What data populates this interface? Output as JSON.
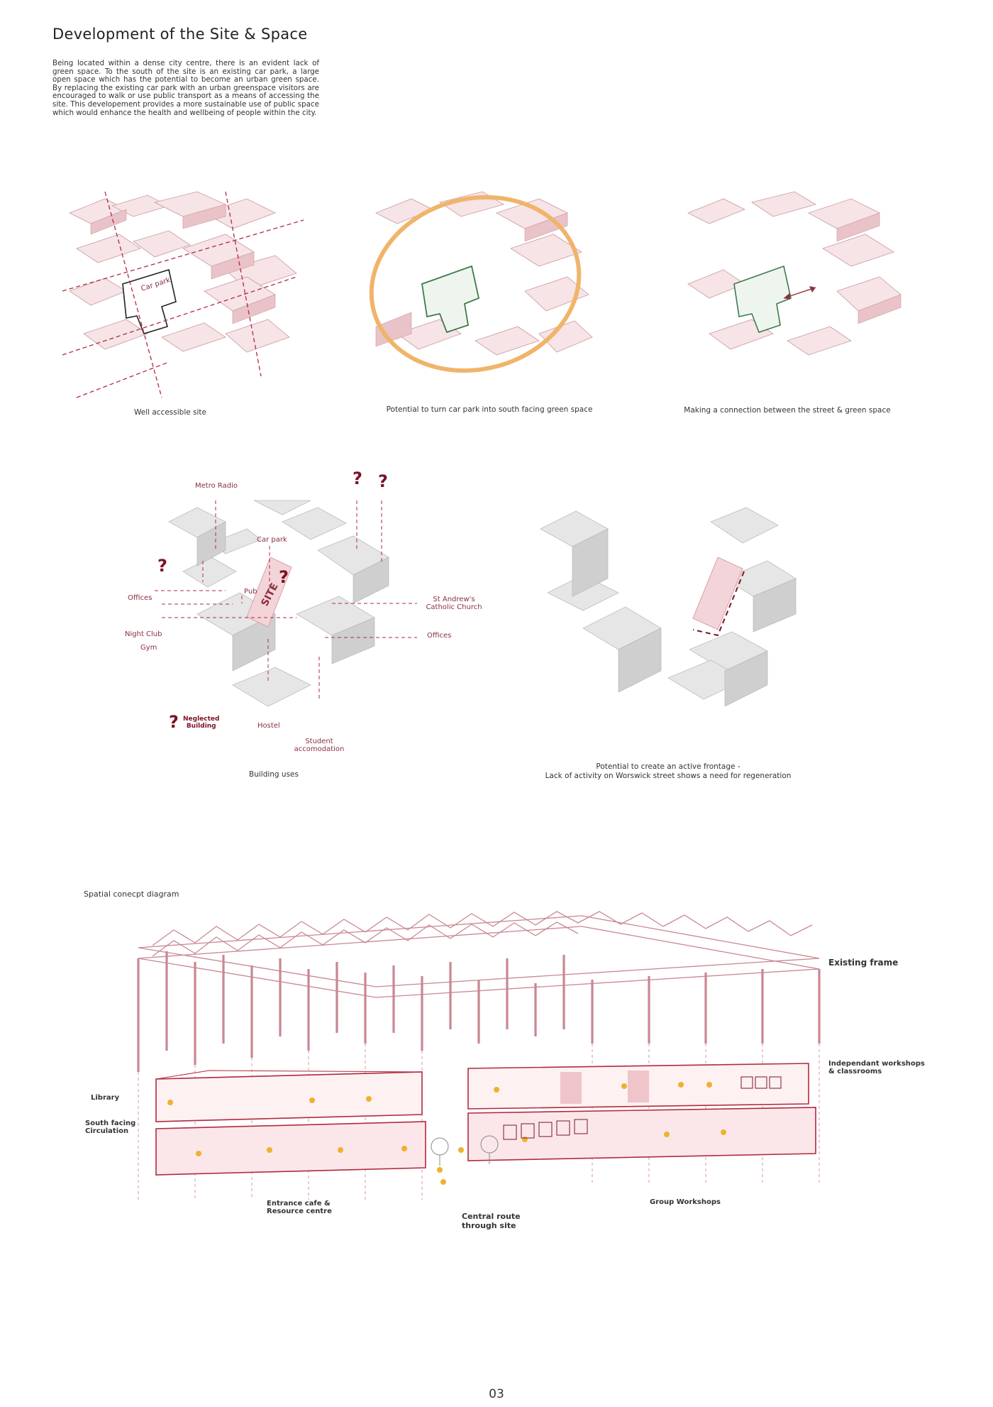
{
  "header": {
    "title": "Development of the Site & Space",
    "intro": "Being located within a dense city centre, there is an evident lack of green space. To the south of the site is an existing car park, a large open space which has the potential to become an urban green space. By replacing the existing car park with an urban greenspace visitors are encouraged to walk or use public transport as a means of accessing the site. This developement provides a more sustainable use of public space which would enhance the health and wellbeing of people within the city."
  },
  "diagrams_row1": {
    "d1": {
      "caption": "Well accessible site",
      "site_label": "Car park"
    },
    "d2": {
      "caption": "Potential to turn car park into south facing green space"
    },
    "d3": {
      "caption": "Making a connection between the street & green space"
    }
  },
  "building_uses": {
    "caption": "Building uses",
    "site_label": "SITE",
    "labels": {
      "metro_radio": "Metro Radio",
      "car_park": "Car park",
      "pub": "Pub",
      "offices_left": "Offices",
      "night_club": "Night Club",
      "gym": "Gym",
      "hostel": "Hostel",
      "student": "Student\naccomodation",
      "church": "St Andrew's\nCatholic Church",
      "offices_right": "Offices"
    },
    "legend": {
      "symbol": "?",
      "text": "Neglected\nBuilding"
    }
  },
  "frontage": {
    "caption_line1": "Potential to create an active frontage -",
    "caption_line2": "Lack of activity on Worswick street shows a need for regeneration"
  },
  "spatial": {
    "title": "Spatial conecpt diagram",
    "labels": {
      "existing_frame": "Existing frame",
      "independant": "Independant workshops\n& classrooms",
      "library": "Library",
      "south_facing": "South facing\nCirculation",
      "entrance": "Entrance cafe &\nResource centre",
      "central_route": "Central route\nthrough site",
      "group_workshops": "Group Workshops"
    }
  },
  "page_number": "03",
  "colors": {
    "accent": "#8b2f3f",
    "pink_fill": "#f3d4d8",
    "green": "#3f7a4a",
    "orange": "#f0b46a",
    "grey": "#d6d6d6"
  }
}
